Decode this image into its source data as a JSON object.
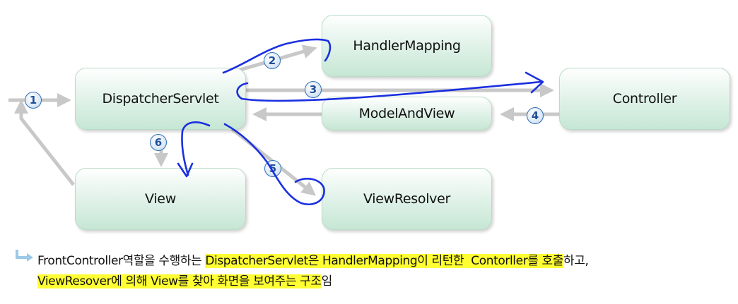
{
  "nodes": {
    "dispatcher": "DispatcherServlet",
    "handler_mapping": "HandlerMapping",
    "controller": "Controller",
    "model_and_view": "ModelAndView",
    "view": "View",
    "view_resolver": "ViewResolver"
  },
  "steps": [
    "1",
    "2",
    "3",
    "4",
    "5",
    "6"
  ],
  "caption": {
    "line1": {
      "plain_start": "FrontController역할을 수행하는 ",
      "highlight": "DispatcherServlet은 HandlerMapping이 리턴한  Contorller를 호출",
      "plain_end": "하고,"
    },
    "line2": {
      "highlight": "ViewResover에 의해 View를 찾아 화면을 보여주는 구조",
      "plain_end": "임"
    }
  },
  "colors": {
    "node_fill": "#c6e6d4",
    "arrow": "#c8c8c8",
    "pen": "#1a2fe0",
    "highlight": "#ffff33"
  }
}
